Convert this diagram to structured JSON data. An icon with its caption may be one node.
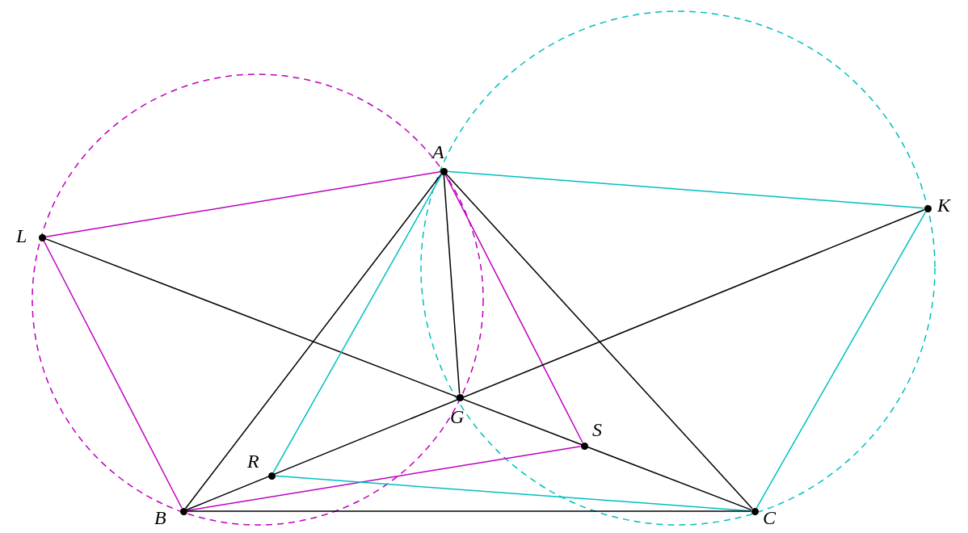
{
  "diagram": {
    "nodes": [
      {
        "text": [
          "A"
        ]
      },
      {
        "text": [
          "L"
        ]
      },
      {
        "text": [
          "K"
        ]
      },
      {
        "text": [
          "G"
        ]
      },
      {
        "text": [
          "S"
        ]
      },
      {
        "text": [
          "R"
        ]
      },
      {
        "text": [
          "B"
        ]
      },
      {
        "text": [
          "C"
        ]
      }
    ],
    "edges": [
      {
        "from": 1,
        "to": 0,
        "arrow": "none",
        "color": "#bf00bf"
      },
      {
        "from": 0,
        "to": 2,
        "arrow": "none",
        "color": "#00bfbf"
      },
      {
        "from": 1,
        "to": 7,
        "arrow": "none"
      },
      {
        "from": 0,
        "to": 6,
        "arrow": "none"
      },
      {
        "from": 0,
        "to": 3,
        "arrow": "none"
      },
      {
        "from": 0,
        "to": 7,
        "arrow": "none"
      },
      {
        "from": 0,
        "to": 5,
        "arrow": "none",
        "color": "#00bfbf"
      },
      {
        "from": 0,
        "to": 4,
        "arrow": "none",
        "color": "#bf00bf"
      },
      {
        "from": 1,
        "to": 6,
        "arrow": "none",
        "color": "#bf00bf"
      },
      {
        "from": 2,
        "to": 7,
        "arrow": "none",
        "color": "#00bfbf"
      },
      {
        "from": 6,
        "to": 2,
        "arrow": "none"
      },
      {
        "from": 6,
        "to": 4,
        "arrow": "none",
        "color": "#bf00bf"
      },
      {
        "from": 5,
        "to": 7,
        "arrow": "none",
        "color": "#00bfbf"
      },
      {
        "from": 6,
        "to": 7,
        "arrow": "none"
      }
    ]
  }
}
